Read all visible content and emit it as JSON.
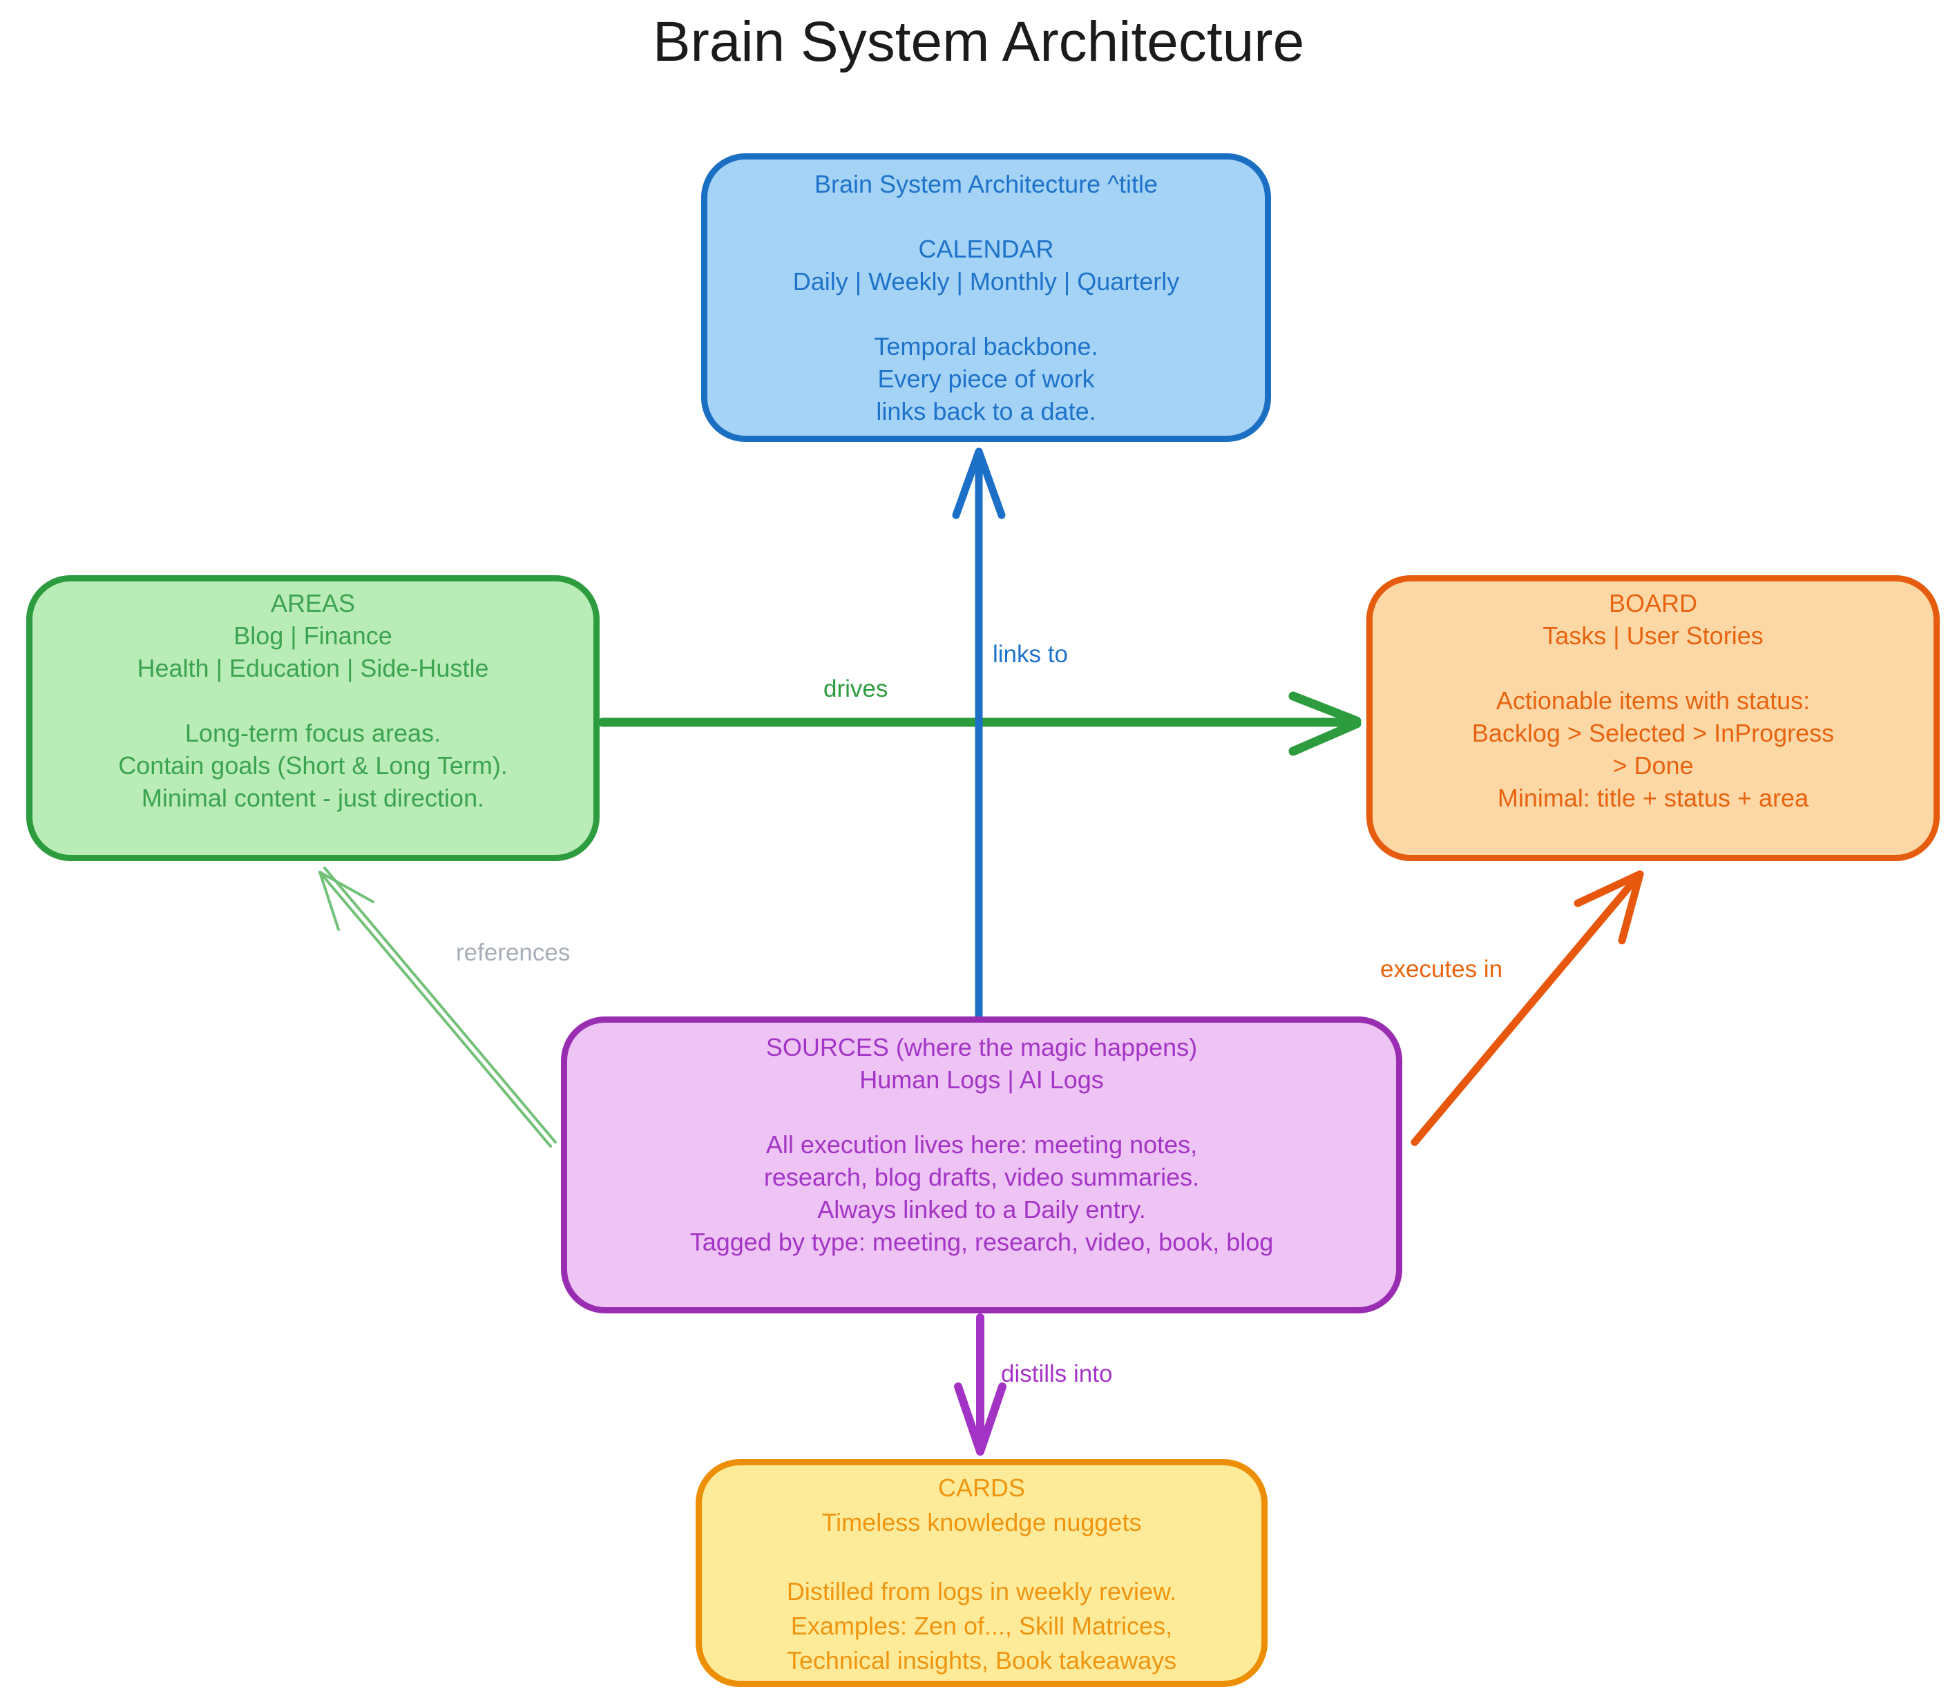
{
  "title": "Brain System Architecture",
  "colors": {
    "calendar_fill": "#a5d3f6",
    "calendar_stroke": "#1b6fc3",
    "calendar_text": "#1d72c9",
    "areas_fill": "#b9ecb6",
    "areas_stroke": "#2d9c3e",
    "areas_text": "#3ba450",
    "board_fill": "#fdd8a7",
    "board_stroke": "#e65c0f",
    "board_text": "#e8640f",
    "sources_fill": "#edc4f3",
    "sources_stroke": "#992db2",
    "sources_text": "#a434c6",
    "cards_fill": "#fdeb9a",
    "cards_stroke": "#ed8f06",
    "cards_text": "#f0950f",
    "references_arrow": "#72c178",
    "references_label_text": "#a8aeb8",
    "title_text": "#1b1b1b"
  },
  "boxes": {
    "calendar": {
      "lines": [
        "Brain System Architecture ^title",
        "",
        "CALENDAR",
        "Daily | Weekly | Monthly | Quarterly",
        "",
        "Temporal backbone.",
        "Every piece of work",
        "links back to a date."
      ]
    },
    "areas": {
      "lines": [
        "AREAS",
        "Blog | Finance",
        "Health | Education | Side-Hustle",
        "",
        "Long-term focus areas.",
        "Contain goals (Short & Long Term).",
        "Minimal content - just direction."
      ]
    },
    "board": {
      "lines": [
        "BOARD",
        "Tasks | User Stories",
        "",
        "Actionable items with status:",
        "Backlog > Selected > InProgress",
        "> Done",
        "Minimal: title + status + area"
      ]
    },
    "sources": {
      "lines": [
        "SOURCES (where the magic happens)",
        "Human Logs | AI Logs",
        "",
        "All execution lives here: meeting notes,",
        "research, blog drafts, video summaries.",
        "Always linked to a Daily entry.",
        "Tagged by type: meeting, research, video, book, blog"
      ]
    },
    "cards": {
      "lines": [
        "CARDS",
        "Timeless knowledge nuggets",
        "",
        "Distilled from logs in weekly review.",
        "Examples: Zen of..., Skill Matrices,",
        "Technical insights, Book takeaways"
      ]
    }
  },
  "edges": {
    "links_to": {
      "label": "links to",
      "from": "SOURCES",
      "to": "CALENDAR"
    },
    "drives": {
      "label": "drives",
      "from": "AREAS",
      "to": "BOARD"
    },
    "references": {
      "label": "references",
      "from": "SOURCES",
      "to": "AREAS"
    },
    "executes_in": {
      "label": "executes in",
      "from": "SOURCES",
      "to": "BOARD"
    },
    "distills_into": {
      "label": "distills into",
      "from": "SOURCES",
      "to": "CARDS"
    }
  }
}
